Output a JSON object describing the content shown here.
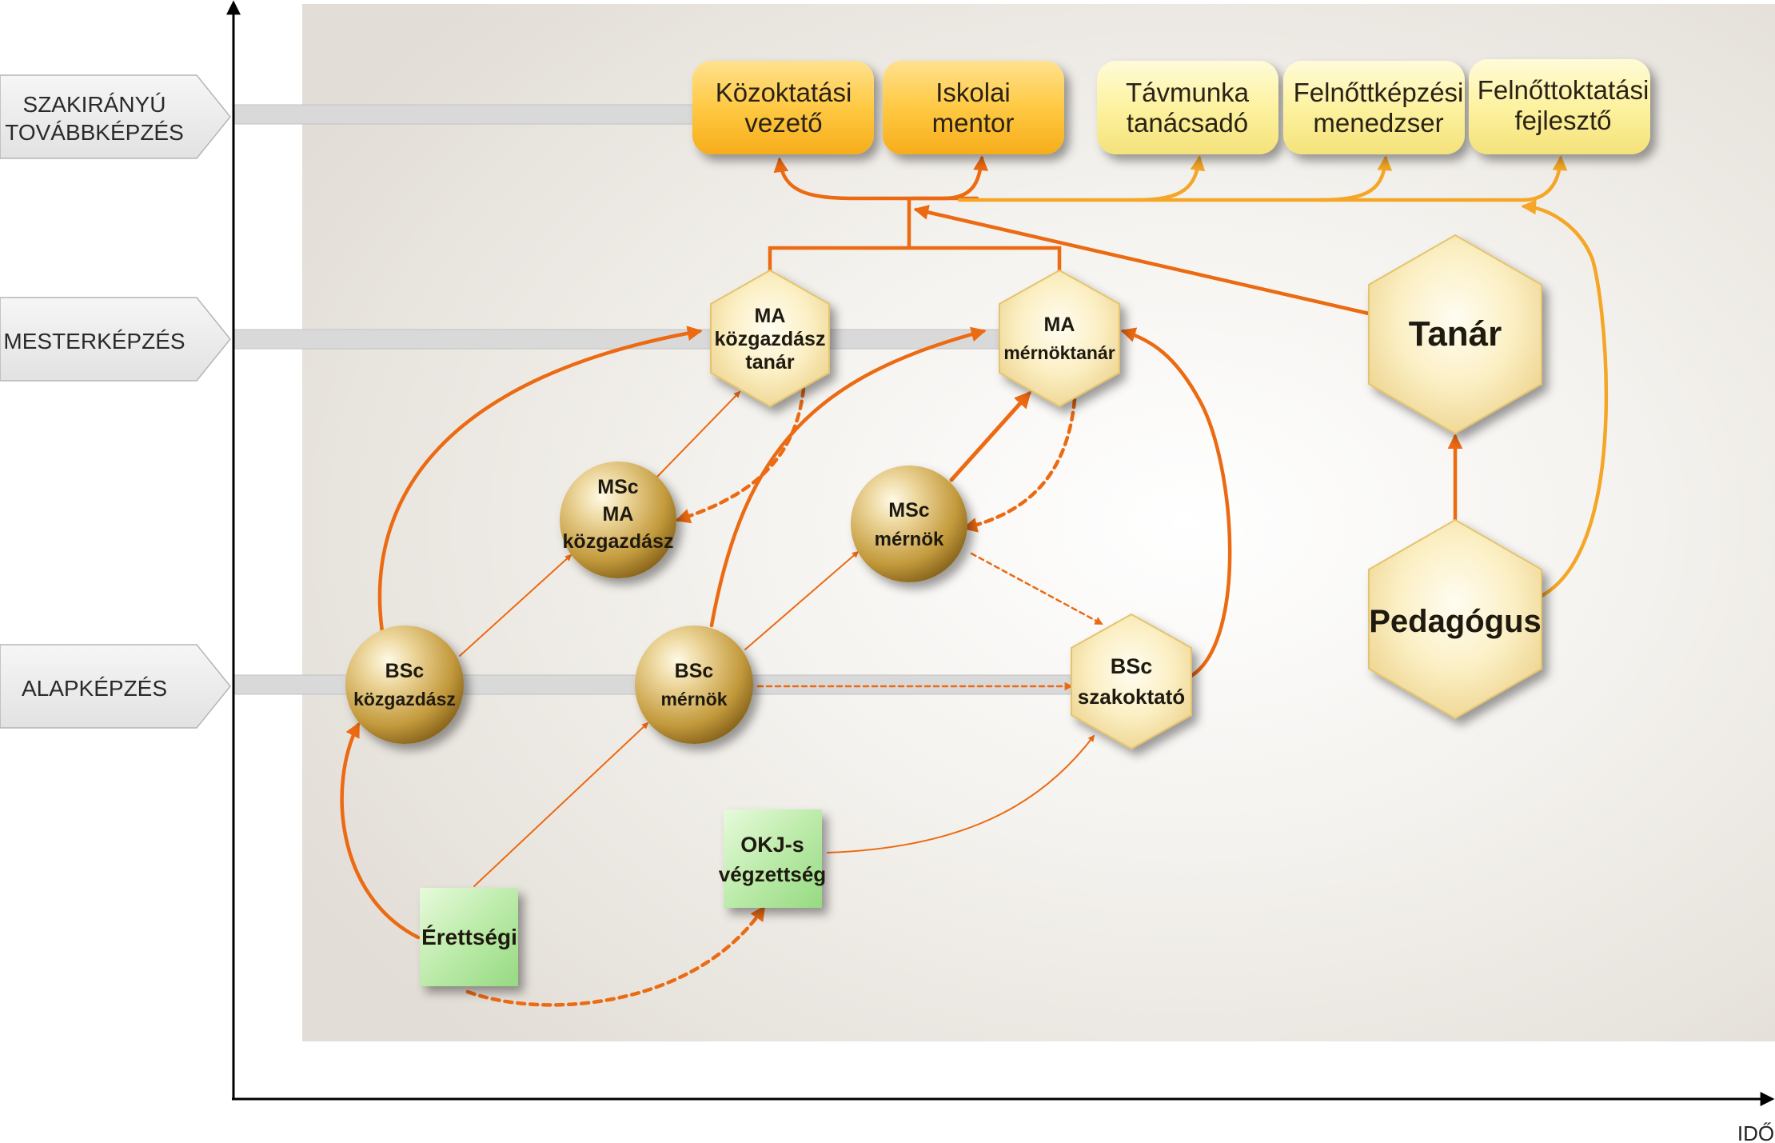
{
  "levels": {
    "szakiranyu_1": "SZAKIRÁNYÚ",
    "szakiranyu_2": "TOVÁBBKÉPZÉS",
    "mester": "MESTERKÉPZÉS",
    "alap": "ALAPKÉPZÉS"
  },
  "axis": {
    "x_label": "IDŐ"
  },
  "top_boxes": [
    {
      "line1": "Közoktatási",
      "line2": "vezető"
    },
    {
      "line1": "Iskolai",
      "line2": "mentor"
    },
    {
      "line1": "Távmunka",
      "line2": "tanácsadó"
    },
    {
      "line1": "Felnőttképzési",
      "line2": "menedzser"
    },
    {
      "line1": "Felnőttoktatási",
      "line2": "fejlesztő"
    }
  ],
  "hexagons": {
    "ma_kozgazdasz": {
      "line1": "MA",
      "line2": "közgazdász",
      "line3": "tanár"
    },
    "ma_mernoktanar": {
      "line1": "MA",
      "line2": "mérnöktanár"
    },
    "bsc_szakoktato": {
      "line1": "BSc",
      "line2": "szakoktató"
    },
    "tanar": {
      "label": "Tanár"
    },
    "pedagogus": {
      "label": "Pedagógus"
    }
  },
  "spheres": {
    "msc_ma_kozgazdasz": {
      "line1": "MSc",
      "line2": "MA",
      "line3": "közgazdász"
    },
    "msc_mernok": {
      "line1": "MSc",
      "line2": "mérnök"
    },
    "bsc_kozgazdasz": {
      "line1": "BSc",
      "line2": "közgazdász"
    },
    "bsc_mernok": {
      "line1": "BSc",
      "line2": "mérnök"
    }
  },
  "squares": {
    "erettsegi": {
      "label": "Érettségi"
    },
    "okj": {
      "line1": "OKJ-s",
      "line2": "végzettség"
    }
  },
  "colors": {
    "arrow_dark": "#ec6a12",
    "arrow_light": "#f5a626",
    "panel": "#e6e2dc"
  }
}
